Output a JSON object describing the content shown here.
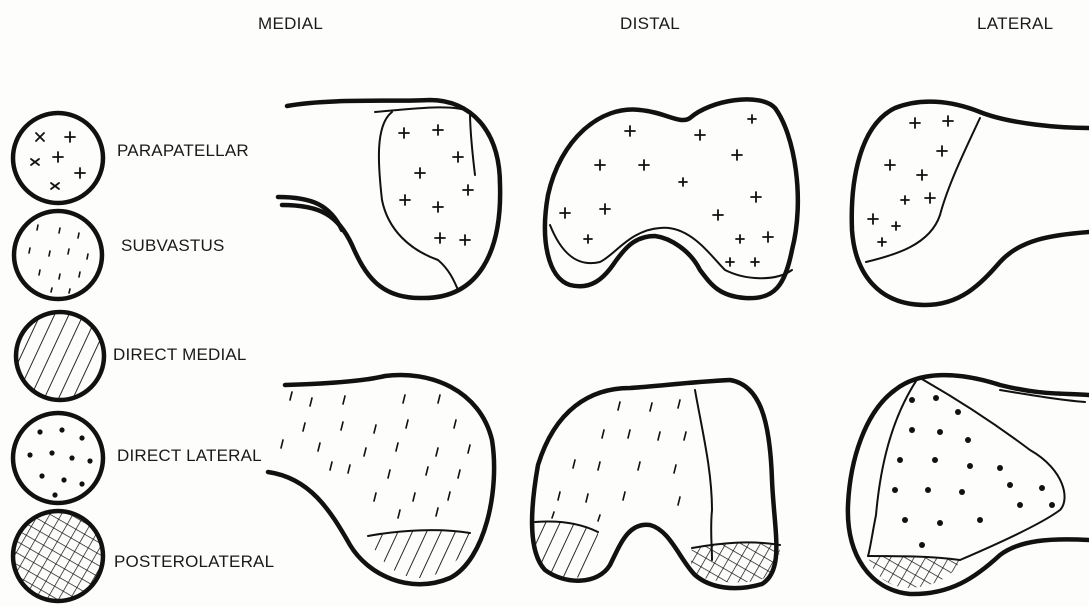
{
  "views": {
    "medial": "MEDIAL",
    "distal": "DISTAL",
    "lateral": "LATERAL"
  },
  "legend": {
    "parapatellar": "PARAPATELLAR",
    "subvastus": "SUBVASTUS",
    "direct_medial": "DIRECT MEDIAL",
    "direct_lateral": "DIRECT LATERAL",
    "posterolateral": "POSTEROLATERAL"
  },
  "patterns": {
    "parapatellar": "cross-marks",
    "subvastus": "short-dashes",
    "direct_medial": "diagonal-hatch",
    "direct_lateral": "dots",
    "posterolateral": "crosshatch"
  }
}
